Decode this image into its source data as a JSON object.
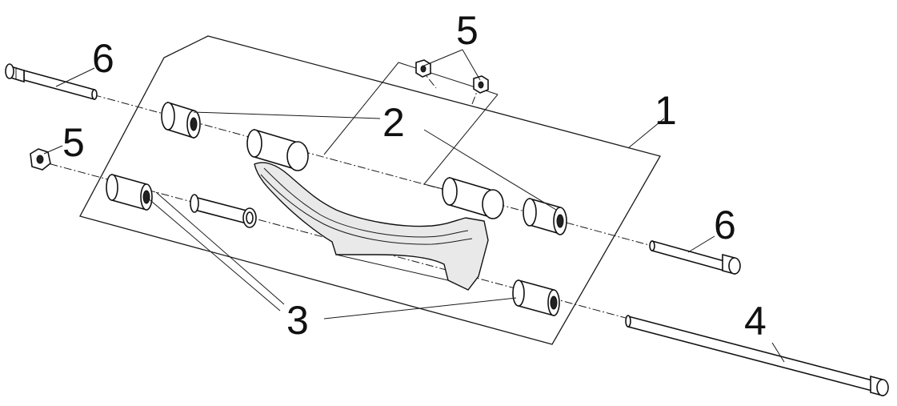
{
  "callouts": {
    "c1": "1",
    "c2": "2",
    "c3": "3",
    "c4": "4",
    "c5_top": "5",
    "c5_left": "5",
    "c6_left": "6",
    "c6_right": "6"
  }
}
